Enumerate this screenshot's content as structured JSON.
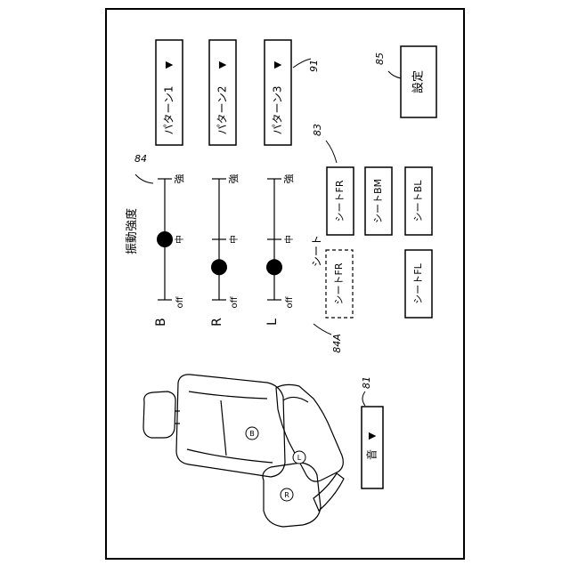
{
  "figure": {
    "refs": {
      "slider_panel": "84",
      "slider_panel_alt": "84A",
      "pattern_group": "91",
      "seat_group": "83",
      "sound_control": "81",
      "settings_button": "85"
    }
  },
  "vibration": {
    "title": "振動強度",
    "scale": {
      "min": "off",
      "mid": "中",
      "max": "強"
    },
    "sliders": [
      {
        "label": "B",
        "level": 0.5
      },
      {
        "label": "R",
        "level": 0.27
      },
      {
        "label": "L",
        "level": 0.27
      }
    ]
  },
  "patterns": [
    {
      "label": "パターン1",
      "arrow": "▼"
    },
    {
      "label": "パターン2",
      "arrow": "▼"
    },
    {
      "label": "パターン3",
      "arrow": "▼"
    }
  ],
  "settings": {
    "label": "設定"
  },
  "seats": {
    "title": "シート",
    "selected": "シートFR",
    "buttons": [
      "シートFR",
      "シートBM",
      "シートBL",
      "シートFL"
    ]
  },
  "sound": {
    "label": "音",
    "arrow": "▼"
  },
  "seat_image": {
    "markers": [
      "B",
      "L",
      "R"
    ]
  }
}
